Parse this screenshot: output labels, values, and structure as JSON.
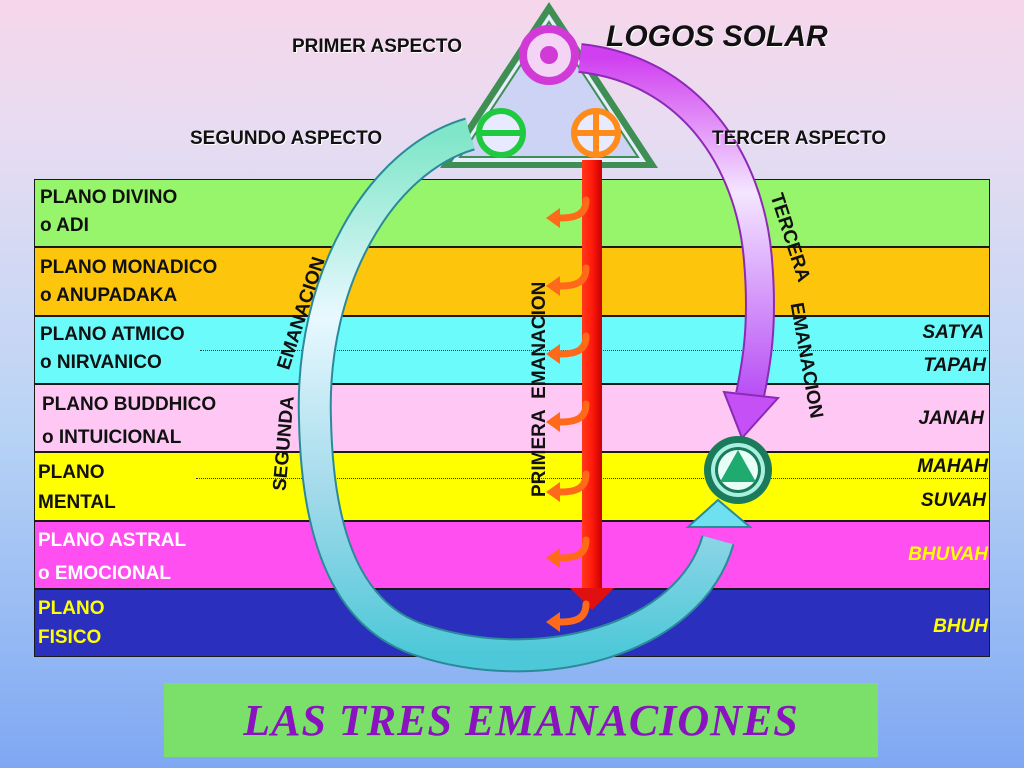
{
  "header": {
    "logos": "LOGOS  SOLAR",
    "primer_aspecto": "PRIMER   ASPECTO",
    "segundo_aspecto": "SEGUNDO   ASPECTO",
    "tercer_aspecto": "TERCER   ASPECTO"
  },
  "planes": [
    {
      "line1": "PLANO  DIVINO",
      "line2": "o  ADI",
      "color": "#96f56b",
      "text_color": "#111111"
    },
    {
      "line1": "PLANO  MONADICO",
      "line2": "o  ANUPADAKA",
      "color": "#fdc60d",
      "text_color": "#111111"
    },
    {
      "line1": "PLANO  ATMICO",
      "line2": "o  NIRVANICO",
      "color": "#6cfbfb",
      "text_color": "#111111"
    },
    {
      "line1": "PLANO BUDDHICO",
      "line2": "o  INTUICIONAL",
      "color": "#ffc8f4",
      "text_color": "#111111"
    },
    {
      "line1": "PLANO",
      "line2": "MENTAL",
      "color": "#ffff00",
      "text_color": "#111111"
    },
    {
      "line1": "PLANO ASTRAL",
      "line2": "o  EMOCIONAL",
      "color": "#ff4ff0",
      "text_color": "#ffffff"
    },
    {
      "line1": "PLANO",
      "line2": "FISICO",
      "color": "#2b2fbd",
      "text_color": "#ffff00"
    }
  ],
  "sublevels": {
    "satya": "SATYA",
    "tapah": "TAPAH",
    "janah": "JANAH",
    "mahah": "MAHAH",
    "suvah": "SUVAH",
    "bhuvah": "BHUVAH",
    "bhuh": "BHUH"
  },
  "emanations": {
    "primera_1": "PRIMERA",
    "primera_2": "EMANACION",
    "segunda_1": "SEGUNDA",
    "segunda_2": "EMANACION",
    "tercera_1": "TERCERA",
    "tercera_2": "EMANACION"
  },
  "title": "LAS  TRES  EMANACIONES",
  "colors": {
    "triangle_fill": "#cdd3f5",
    "triangle_border": "#3f8f54",
    "first_aspect": "#d23ad8",
    "second_aspect": "#1fc940",
    "third_aspect": "#ff8b1a",
    "first_emanation": "#ee1111",
    "second_emanation": "#4cc8d8",
    "third_emanation": "#c050f5",
    "title_bg": "#7be069",
    "title_text": "#8a12c0"
  },
  "icons": [
    "first-aspect-circle-icon",
    "second-aspect-circle-minus-icon",
    "third-aspect-circle-cross-icon",
    "triangle-in-circle-icon",
    "hook-arrow-icon"
  ]
}
